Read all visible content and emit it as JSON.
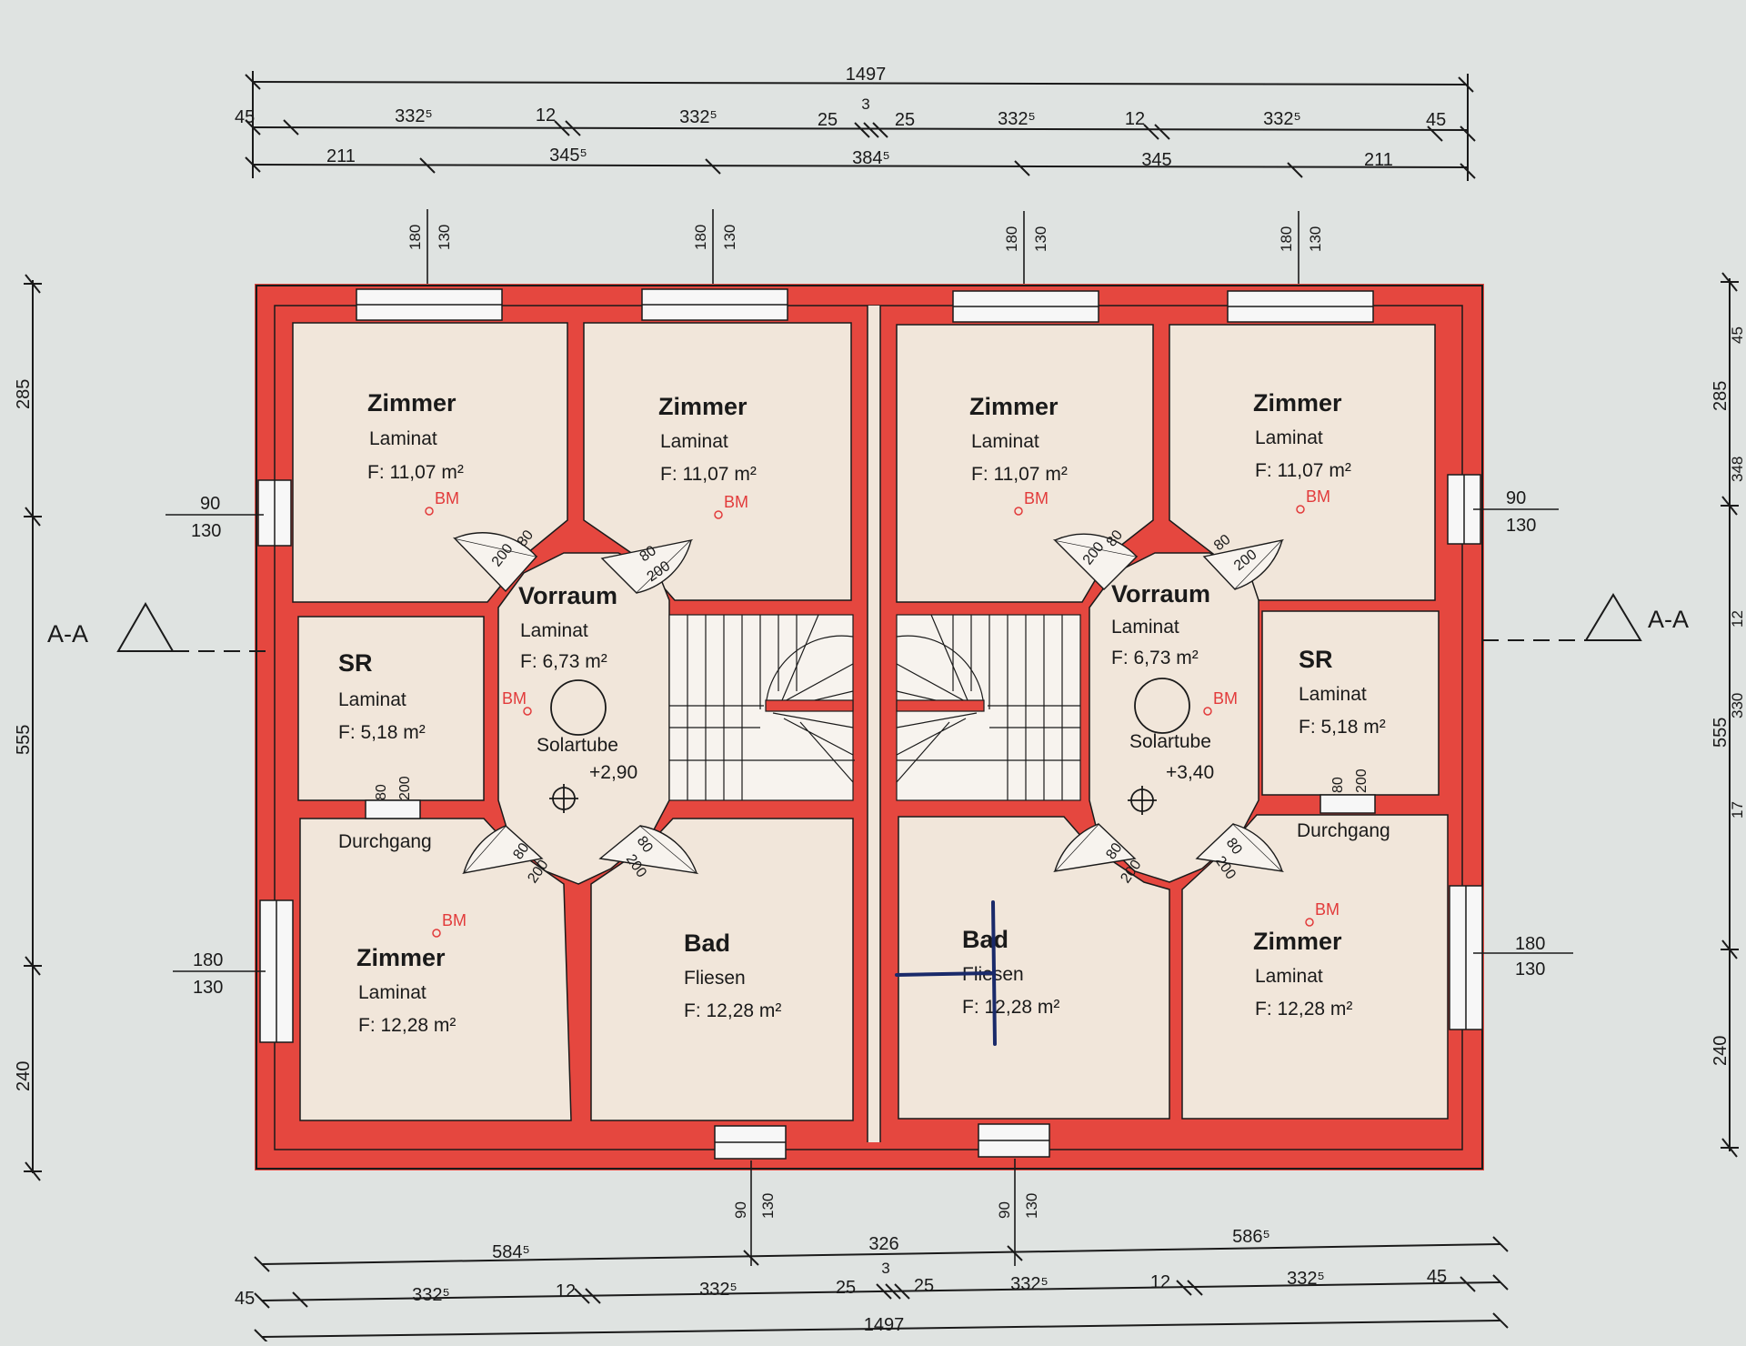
{
  "colors": {
    "wall": "#e5473f",
    "floor": "#f1e6da",
    "paper": "#dfe3e1",
    "ink": "#1a1a1a",
    "bm": "#e23b3b",
    "pen": "#1a2a6a"
  },
  "dims": {
    "top_total": "1497",
    "top_row": [
      "45",
      "332⁵",
      "12",
      "332⁵",
      "25",
      "3",
      "25",
      "332⁵",
      "12",
      "332⁵",
      "45"
    ],
    "top_axes": [
      "211",
      "345⁵",
      "384⁵",
      "345",
      "211"
    ],
    "bottom_total": "1497",
    "bottom_row": [
      "45",
      "332⁵",
      "12",
      "332⁵",
      "25",
      "3",
      "25",
      "332⁵",
      "12",
      "332⁵",
      "45"
    ],
    "bottom_axes": [
      "584⁵",
      "326",
      "586⁵"
    ],
    "left_side": [
      "285",
      "555",
      "240"
    ],
    "right_side": [
      "285",
      "555",
      "240"
    ],
    "right_side_inner": [
      "45",
      "348",
      "12",
      "330",
      "17"
    ],
    "top_window_marks": [
      [
        "180",
        "130"
      ],
      [
        "180",
        "130"
      ],
      [
        "180",
        "130"
      ],
      [
        "180",
        "130"
      ]
    ],
    "bottom_window_marks": [
      [
        "90",
        "130"
      ],
      [
        "90",
        "130"
      ]
    ],
    "side_window_marks": [
      [
        "90",
        "130"
      ],
      [
        "180",
        "130"
      ],
      [
        "90",
        "130"
      ],
      [
        "180",
        "130"
      ]
    ]
  },
  "section": {
    "left": "A-A",
    "right": "A-A"
  },
  "rooms": [
    {
      "name": "Zimmer",
      "floor": "Laminat",
      "area": "F: 11,07 m²"
    },
    {
      "name": "Zimmer",
      "floor": "Laminat",
      "area": "F: 11,07 m²"
    },
    {
      "name": "Zimmer",
      "floor": "Laminat",
      "area": "F: 11,07 m²"
    },
    {
      "name": "Zimmer",
      "floor": "Laminat",
      "area": "F: 11,07 m²"
    },
    {
      "name": "Vorraum",
      "floor": "Laminat",
      "area": "F:  6,73 m²"
    },
    {
      "name": "Vorraum",
      "floor": "Laminat",
      "area": "F:  6,73 m²"
    },
    {
      "name": "SR",
      "floor": "Laminat",
      "area": "F: 5,18 m²"
    },
    {
      "name": "SR",
      "floor": "Laminat",
      "area": "F: 5,18 m²"
    },
    {
      "name": "Zimmer",
      "floor": "Laminat",
      "area": "F: 12,28 m²"
    },
    {
      "name": "Bad",
      "floor": "Fliesen",
      "area": "F: 12,28 m²"
    },
    {
      "name": "Bad",
      "floor": "Fliesen",
      "area": "F: 12,28 m²"
    },
    {
      "name": "Zimmer",
      "floor": "Laminat",
      "area": "F: 12,28 m²"
    }
  ],
  "solartube": [
    {
      "label": "Solartube",
      "height": "+2,90"
    },
    {
      "label": "Solartube",
      "height": "+3,40"
    }
  ],
  "durchgang": [
    "Durchgang",
    "Durchgang"
  ],
  "bm": "BM",
  "door_marks": {
    "a": "80",
    "b": "200"
  }
}
